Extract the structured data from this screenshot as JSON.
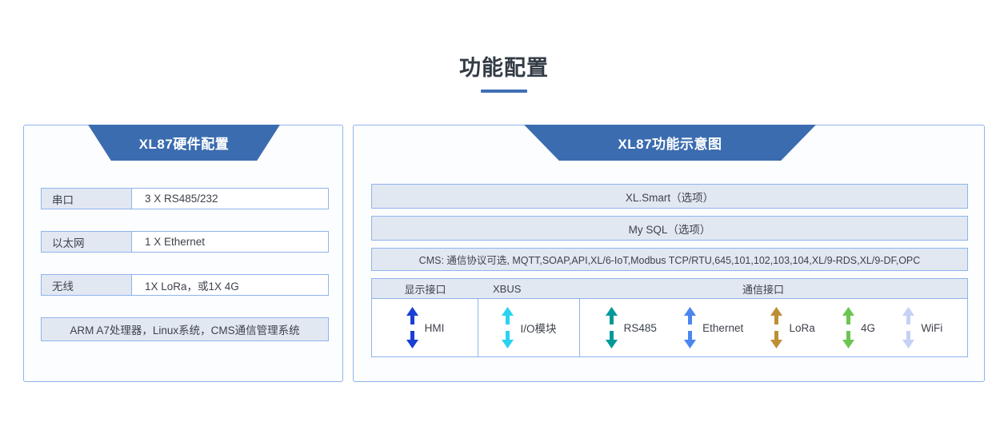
{
  "header": {
    "title": "功能配置"
  },
  "left_panel": {
    "banner_title": "XL87硬件配置",
    "rows": [
      {
        "key": "串口",
        "value": "3 X RS485/232"
      },
      {
        "key": "以太网",
        "value": "1 X Ethernet"
      },
      {
        "key": "无线",
        "value": "1X LoRa，或1X 4G"
      }
    ],
    "footer_note": "ARM A7处理器，Linux系统，CMS通信管理系统"
  },
  "right_panel": {
    "banner_title": "XL87功能示意图",
    "bars": [
      "XL.Smart（选项）",
      "My SQL（选项）",
      "CMS: 通信协议可选, MQTT,SOAP,API,XL/6-IoT,Modbus TCP/RTU,645,101,102,103,104,XL/9-RDS,XL/9-DF,OPC"
    ],
    "interface_headers": [
      "显示接口",
      "XBUS",
      "通信接口"
    ],
    "interfaces": [
      {
        "label": "HMI",
        "color": "#1a3fd4",
        "icon": "double-arrow-icon"
      },
      {
        "label": "I/O模块",
        "color": "#2ad2f0",
        "icon": "double-arrow-icon"
      },
      {
        "label": "RS485",
        "color": "#009999",
        "icon": "double-arrow-icon"
      },
      {
        "label": "Ethernet",
        "color": "#4a86f0",
        "icon": "double-arrow-icon"
      },
      {
        "label": "LoRa",
        "color": "#bd8f35",
        "icon": "double-arrow-icon"
      },
      {
        "label": "4G",
        "color": "#6cc551",
        "icon": "double-arrow-icon"
      },
      {
        "label": "WiFi",
        "color": "#c5d2f5",
        "icon": "double-arrow-icon"
      }
    ]
  },
  "theme": {
    "banner_blue": "#3b6cb0",
    "border_blue": "#8fb4ec",
    "fill_blue": "#e2e8f2",
    "title_underline": "#3f6fb5"
  }
}
